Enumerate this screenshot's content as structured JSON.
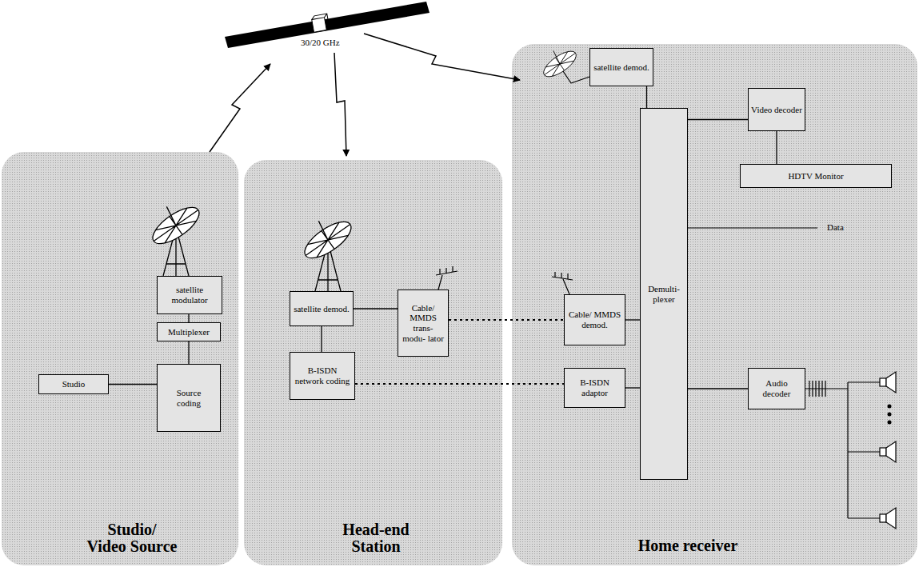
{
  "diagram": {
    "nodes": [
      {
        "text": [
          "Studio/ Video Source"
        ]
      },
      {
        "text": [
          "satellite modulator"
        ],
        "in": 0
      },
      {
        "text": [
          "Multiplexer"
        ],
        "in": 0
      },
      {
        "text": [
          "Source coding"
        ],
        "in": 0
      },
      {
        "text": [
          "Studio"
        ],
        "in": 0
      },
      {
        "text": [
          "Head-end Station"
        ]
      },
      {
        "text": [
          "satellite demod."
        ],
        "in": 5
      },
      {
        "text": [
          "Cable/ MMDS trans- modu- lator"
        ],
        "in": 5
      },
      {
        "text": [
          "B-ISDN network coding"
        ],
        "in": 5
      },
      {
        "text": [
          "Home receiver"
        ]
      },
      {
        "text": [
          "satellite demod."
        ],
        "in": 9
      },
      {
        "text": [
          "Cable/ MMDS demod."
        ],
        "in": 9
      },
      {
        "text": [
          "B-ISDN adaptor"
        ],
        "in": 9
      },
      {
        "text": [
          "Demulti- plexer"
        ],
        "in": 9
      },
      {
        "text": [
          "Video decoder"
        ],
        "in": 9
      },
      {
        "text": [
          "HDTV Monitor"
        ],
        "in": 9
      },
      {
        "text": [
          "Audio decoder"
        ],
        "in": 9
      }
    ],
    "edges": [
      {
        "from": 4,
        "to": 3,
        "arrow": "none"
      },
      {
        "from": 3,
        "to": 2,
        "arrow": "none"
      },
      {
        "from": 2,
        "to": 1,
        "arrow": "none"
      },
      {
        "from": 6,
        "to": 7,
        "arrow": "none"
      },
      {
        "from": 6,
        "to": 8,
        "arrow": "none"
      },
      {
        "from": 7,
        "to": 11,
        "arrow": "none"
      },
      {
        "from": 8,
        "to": 12,
        "arrow": "none"
      },
      {
        "from": 10,
        "to": 13,
        "arrow": "none"
      },
      {
        "from": 11,
        "to": 13,
        "arrow": "none"
      },
      {
        "from": 12,
        "to": 13,
        "arrow": "none"
      },
      {
        "from": 13,
        "to": 14,
        "arrow": "none"
      },
      {
        "from": 14,
        "to": 15,
        "arrow": "none"
      },
      {
        "from": 13,
        "to": 16,
        "arrow": "none"
      }
    ],
    "labels": [
      "30/20 GHz",
      "Data"
    ]
  }
}
